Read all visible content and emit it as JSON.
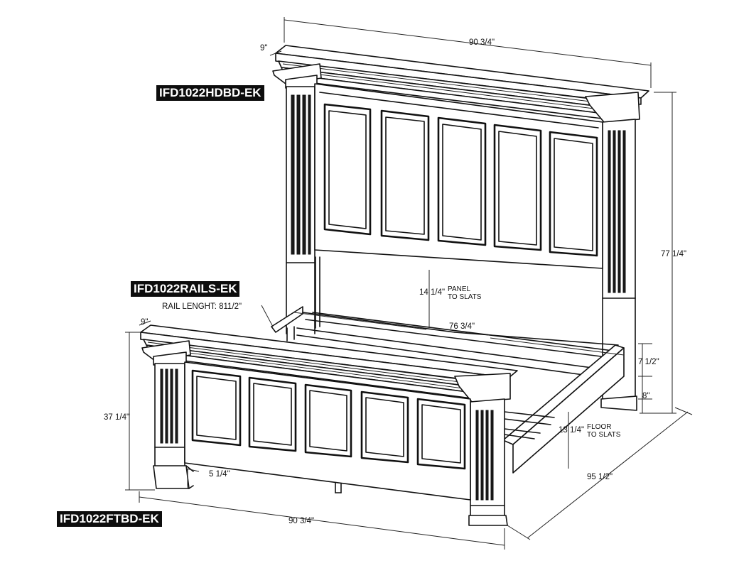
{
  "labels": {
    "headboard": "IFD1022HDBD-EK",
    "rails": "IFD1022RAILS-EK",
    "footboard": "IFD1022FTBD-EK"
  },
  "annotations": {
    "rail_length": "RAIL LENGHT: 81",
    "rail_length_frac": "1/2\"",
    "panel_to_slats_1": "PANEL",
    "panel_to_slats_2": "TO SLATS",
    "floor_to_slats_1": "FLOOR",
    "floor_to_slats_2": "TO SLATS"
  },
  "dimensions": {
    "top_width": "90 3/4\"",
    "top_depth": "9\"",
    "overall_height": "77 1/4\"",
    "panel_to_slats": "14 1/4\"",
    "inner_width": "76 3/4\"",
    "foot_depth": "9\"",
    "rail_height": "7 1/2\"",
    "leg_height": "8\"",
    "footboard_height": "37 1/4\"",
    "floor_to_slats": "13 1/4\"",
    "foot_leg": "5 1/4\"",
    "overall_length": "95 1/2\"",
    "bottom_width": "90 3/4\""
  }
}
